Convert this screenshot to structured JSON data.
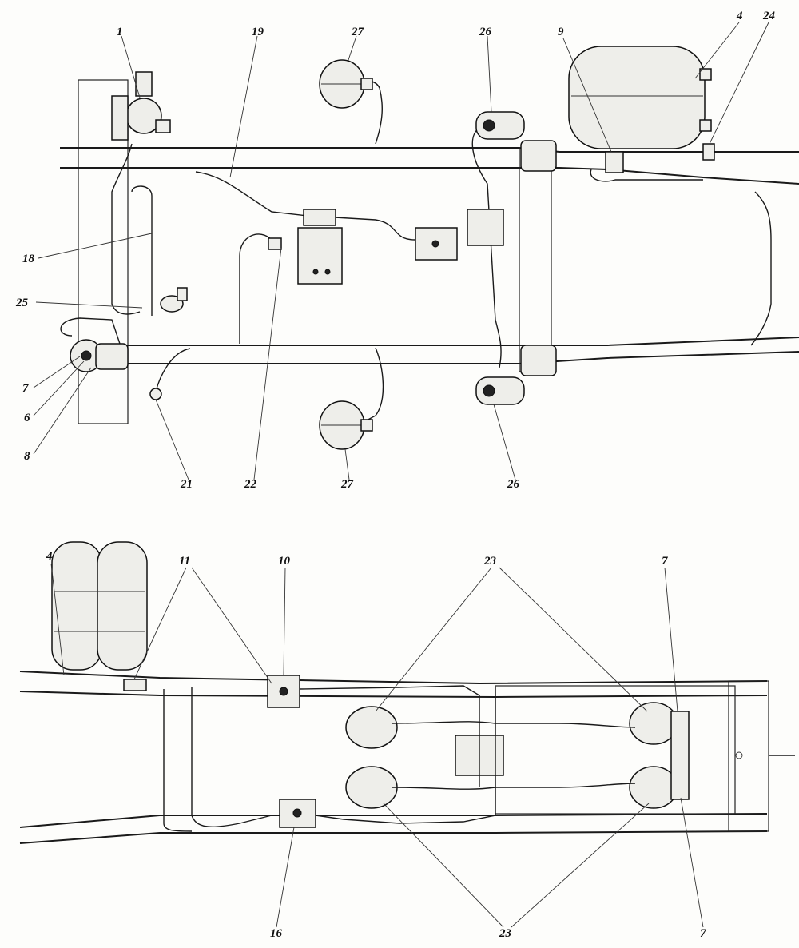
{
  "callouts_top": [
    "1",
    "19",
    "27",
    "26",
    "9",
    "4",
    "24",
    "18",
    "25",
    "7",
    "6",
    "8",
    "21",
    "22",
    "27",
    "26"
  ],
  "callouts_bottom": [
    "4",
    "11",
    "10",
    "23",
    "7",
    "16",
    "23",
    "7"
  ]
}
